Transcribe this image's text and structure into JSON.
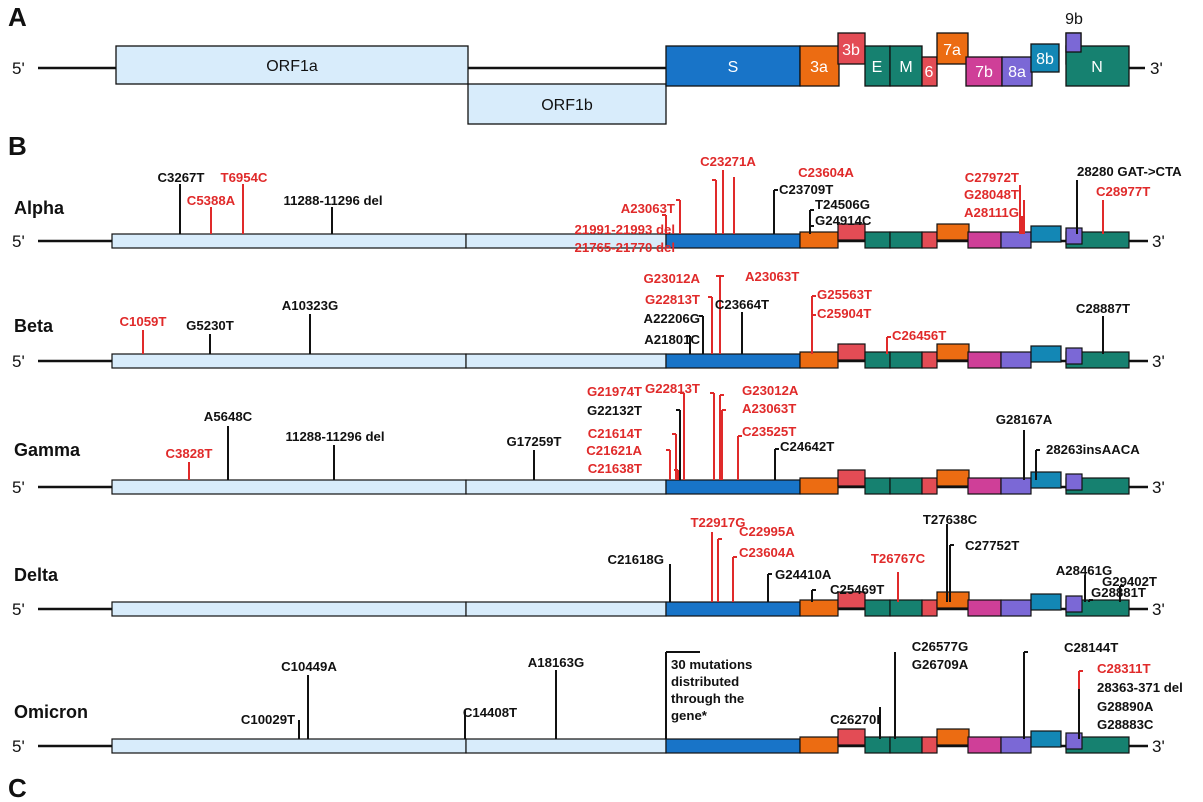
{
  "panel_labels": {
    "a": "A",
    "b": "B",
    "c": "C"
  },
  "ends": {
    "five": "5'",
    "three": "3'"
  },
  "colors": {
    "orf": "#d8ecfb",
    "s": "#1874c8",
    "orf3a": "#ec6c12",
    "orf3b": "#e34c55",
    "e": "#168170",
    "m": "#168170",
    "orf6": "#e34c55",
    "orf7a": "#ec6c12",
    "orf7b": "#cf3f98",
    "orf8a": "#7b68d6",
    "orf8b": "#1387b5",
    "orf9b": "#7b68d6",
    "n": "#168170",
    "red_mutation": "#e02a2a",
    "black_mutation": "#111111"
  },
  "genes": {
    "orf1a": "ORF1a",
    "orf1b": "ORF1b",
    "s": "S",
    "orf3a": "3a",
    "orf3b": "3b",
    "e": "E",
    "m": "M",
    "orf6": "6",
    "orf7a": "7a",
    "orf7b": "7b",
    "orf8a": "8a",
    "orf8b": "8b",
    "orf9b": "9b",
    "n": "N"
  },
  "variants": [
    {
      "name": "Alpha",
      "mutations": [
        {
          "text": "C3267T",
          "color": "black"
        },
        {
          "text": "T6954C",
          "color": "red"
        },
        {
          "text": "C5388A",
          "color": "red"
        },
        {
          "text": "11288-11296 del",
          "color": "black"
        },
        {
          "text": "A23063T",
          "color": "red"
        },
        {
          "text": "21991-21993 del",
          "color": "red"
        },
        {
          "text": "21765-21770 del",
          "color": "red"
        },
        {
          "text": "C23271A",
          "color": "red"
        },
        {
          "text": "C23604A",
          "color": "red"
        },
        {
          "text": "C23709T",
          "color": "black"
        },
        {
          "text": "T24506G",
          "color": "black"
        },
        {
          "text": "G24914C",
          "color": "black"
        },
        {
          "text": "C27972T",
          "color": "red"
        },
        {
          "text": "G28048T",
          "color": "red"
        },
        {
          "text": "A28111G",
          "color": "red"
        },
        {
          "text": "28280 GAT->CTA",
          "color": "black"
        },
        {
          "text": "C28977T",
          "color": "red"
        }
      ]
    },
    {
      "name": "Beta",
      "mutations": [
        {
          "text": "C1059T",
          "color": "red"
        },
        {
          "text": "G5230T",
          "color": "black"
        },
        {
          "text": "A10323G",
          "color": "black"
        },
        {
          "text": "G23012A",
          "color": "red"
        },
        {
          "text": "A23063T",
          "color": "red"
        },
        {
          "text": "G22813T",
          "color": "red"
        },
        {
          "text": "A22206G",
          "color": "black"
        },
        {
          "text": "A21801C",
          "color": "black"
        },
        {
          "text": "C23664T",
          "color": "black"
        },
        {
          "text": "G25563T",
          "color": "red"
        },
        {
          "text": "C25904T",
          "color": "red"
        },
        {
          "text": "C26456T",
          "color": "red"
        },
        {
          "text": "C28887T",
          "color": "black"
        }
      ]
    },
    {
      "name": "Gamma",
      "mutations": [
        {
          "text": "A5648C",
          "color": "black"
        },
        {
          "text": "C3828T",
          "color": "red"
        },
        {
          "text": "11288-11296 del",
          "color": "black"
        },
        {
          "text": "G17259T",
          "color": "black"
        },
        {
          "text": "G21974T",
          "color": "red"
        },
        {
          "text": "G22132T",
          "color": "black"
        },
        {
          "text": "C21614T",
          "color": "red"
        },
        {
          "text": "C21621A",
          "color": "red"
        },
        {
          "text": "C21638T",
          "color": "red"
        },
        {
          "text": "G22813T",
          "color": "red"
        },
        {
          "text": "G23012A",
          "color": "red"
        },
        {
          "text": "A23063T",
          "color": "red"
        },
        {
          "text": "C23525T",
          "color": "red"
        },
        {
          "text": "C24642T",
          "color": "black"
        },
        {
          "text": "G28167A",
          "color": "black"
        },
        {
          "text": "28263insAACA",
          "color": "black"
        }
      ]
    },
    {
      "name": "Delta",
      "mutations": [
        {
          "text": "T22917G",
          "color": "red"
        },
        {
          "text": "C22995A",
          "color": "red"
        },
        {
          "text": "C23604A",
          "color": "red"
        },
        {
          "text": "C21618G",
          "color": "black"
        },
        {
          "text": "G24410A",
          "color": "black"
        },
        {
          "text": "C25469T",
          "color": "black"
        },
        {
          "text": "T26767C",
          "color": "red"
        },
        {
          "text": "T27638C",
          "color": "black"
        },
        {
          "text": "C27752T",
          "color": "black"
        },
        {
          "text": "A28461G",
          "color": "black"
        },
        {
          "text": "G28881T",
          "color": "black"
        },
        {
          "text": "G29402T",
          "color": "black"
        }
      ]
    },
    {
      "name": "Omicron",
      "mutations": [
        {
          "text": "C10449A",
          "color": "black"
        },
        {
          "text": "C10029T",
          "color": "black"
        },
        {
          "text": "C14408T",
          "color": "black"
        },
        {
          "text": "A18163G",
          "color": "black"
        },
        {
          "text": "30 mutations distributed through the gene*",
          "color": "black"
        },
        {
          "text": "C26270I",
          "color": "black"
        },
        {
          "text": "C26577G",
          "color": "black"
        },
        {
          "text": "G26709A",
          "color": "black"
        },
        {
          "text": "C28144T",
          "color": "black"
        },
        {
          "text": "C28311T",
          "color": "red"
        },
        {
          "text": "28363-371 del",
          "color": "black"
        },
        {
          "text": "G28890A",
          "color": "black"
        },
        {
          "text": "G28883C",
          "color": "black"
        }
      ]
    }
  ]
}
